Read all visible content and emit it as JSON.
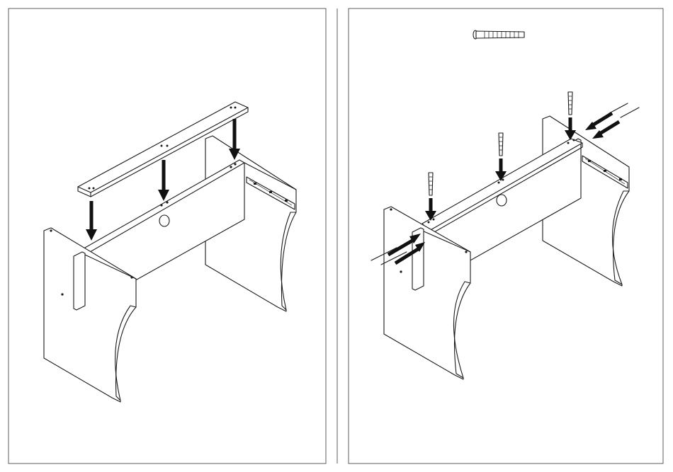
{
  "panels": [
    {
      "id": "step-left",
      "content": "assembly-step-top-rail-placement"
    },
    {
      "id": "step-right",
      "content": "assembly-step-cam-bolt-fastening"
    }
  ],
  "icons": {
    "fastener": "cam-bolt-icon",
    "direction": "arrow-down-icon"
  },
  "colors": {
    "line": "#1a1a1a",
    "background": "#ffffff"
  }
}
